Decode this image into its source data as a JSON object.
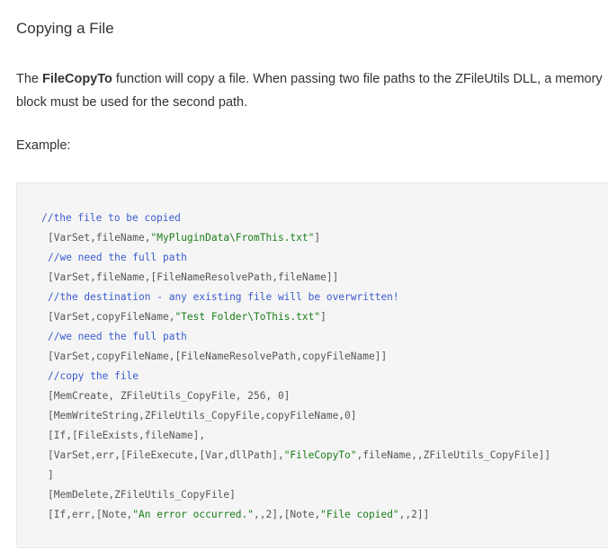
{
  "title": "Copying a File",
  "intro": {
    "before": "The ",
    "bold": "FileCopyTo",
    "after": " function will copy a file. When passing two file paths to the ZFileUtils DLL, a memory block must be used for the second path."
  },
  "example_label": "Example:",
  "colors": {
    "comment": "#3b5ccf",
    "string": "#1a7d1a",
    "text": "#555555"
  },
  "code_lines": [
    [
      [
        "c",
        "//the file to be copied"
      ]
    ],
    [
      [
        "p",
        "[VarSet,fileName,"
      ],
      [
        "s",
        "\"MyPluginData\\FromThis.txt\""
      ],
      [
        "p",
        "]"
      ]
    ],
    [
      [
        "c",
        "//we need the full path"
      ]
    ],
    [
      [
        "p",
        "[VarSet,fileName,[FileNameResolvePath,fileName]]"
      ]
    ],
    [
      [
        "c",
        "//the destination - any existing file will be overwritten!"
      ]
    ],
    [
      [
        "p",
        "[VarSet,copyFileName,"
      ],
      [
        "s",
        "\"Test Folder\\ToThis.txt\""
      ],
      [
        "p",
        "]"
      ]
    ],
    [
      [
        "c",
        "//we need the full path"
      ]
    ],
    [
      [
        "p",
        "[VarSet,copyFileName,[FileNameResolvePath,copyFileName]]"
      ]
    ],
    [
      [
        "c",
        "//copy the file"
      ]
    ],
    [
      [
        "p",
        "[MemCreate, ZFileUtils_CopyFile, 256, 0]"
      ]
    ],
    [
      [
        "p",
        "[MemWriteString,ZFileUtils_CopyFile,copyFileName,0]"
      ]
    ],
    [
      [
        "p",
        "[If,[FileExists,fileName],"
      ]
    ],
    [
      [
        "p",
        "[VarSet,err,[FileExecute,[Var,dllPath],"
      ],
      [
        "s",
        "\"FileCopyTo\""
      ],
      [
        "p",
        ",fileName,,ZFileUtils_CopyFile]]"
      ]
    ],
    [
      [
        "p",
        "]"
      ]
    ],
    [
      [
        "p",
        "[MemDelete,ZFileUtils_CopyFile]"
      ]
    ],
    [
      [
        "p",
        "[If,err,[Note,"
      ],
      [
        "s",
        "\"An error occurred.\""
      ],
      [
        "p",
        ",,2],[Note,"
      ],
      [
        "s",
        "\"File copied\""
      ],
      [
        "p",
        ",,2]]"
      ]
    ]
  ]
}
